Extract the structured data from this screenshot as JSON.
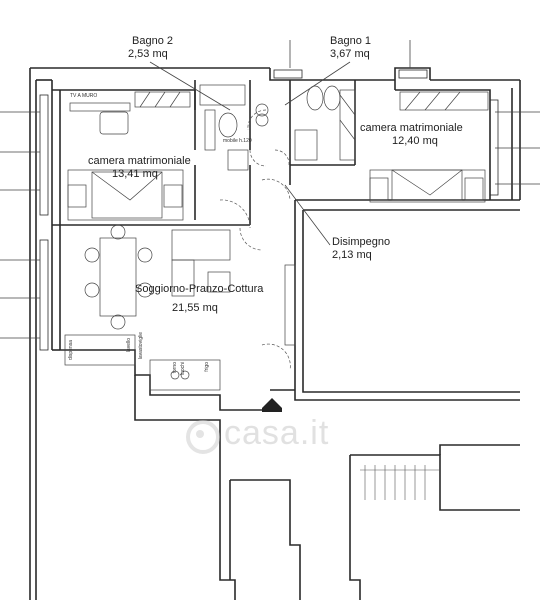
{
  "rooms": {
    "bagno2": {
      "name": "Bagno 2",
      "area": "2,53 mq"
    },
    "bagno1": {
      "name": "Bagno 1",
      "area": "3,67 mq"
    },
    "camera_left": {
      "name": "camera matrimoniale",
      "area": "13,41 mq"
    },
    "camera_right": {
      "name": "camera matrimoniale",
      "area": "12,40 mq"
    },
    "disimpegno": {
      "name": "Disimpegno",
      "area": "2,13 mq"
    },
    "soggiorno": {
      "name": "Soggiorno-Pranzo-Cottura",
      "area": "21,55 mq"
    }
  },
  "annotations": {
    "tv": "TV A MURO",
    "mobile": "mobile h.120",
    "dispensa": "dispensa",
    "lavello": "lavello",
    "lavastoviglie": "lavastoviglie",
    "forno": "forno",
    "fuochi": "fuochi",
    "frigo": "frigo"
  },
  "watermark": {
    "icon": "casa-logo-icon",
    "text": "casa.it"
  },
  "colors": {
    "line": "#2a2a2a",
    "thin": "#555555",
    "watermark": "#cccccc"
  }
}
